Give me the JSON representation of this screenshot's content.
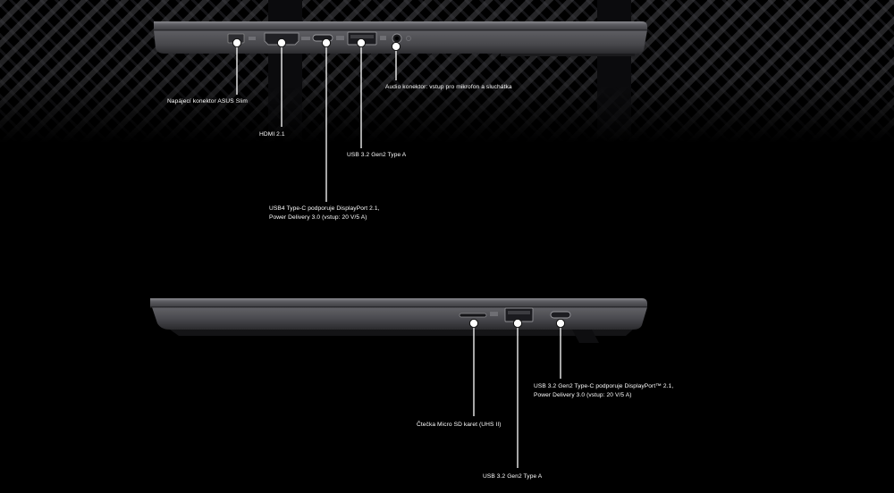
{
  "colors": {
    "background": "#000000",
    "laptop_body": "#5a5a5e",
    "callout": "#ffffff"
  },
  "top_view": {
    "callouts": {
      "asus_slim": "Napájecí konektor ASUS Slim",
      "hdmi": "HDMI 2.1",
      "usb4_line1": "USB4 Type-C podporuje DisplayPort 2.1,",
      "usb4_line2": "Power Delivery 3.0 (vstup: 20 V/5 A)",
      "usb_a": "USB 3.2 Gen2 Type A",
      "audio": "Audio konektor: vstup pro mikrofon a sluchátka"
    }
  },
  "bottom_view": {
    "callouts": {
      "microsd": "Čtečka Micro SD karet (UHS II)",
      "usb_a": "USB 3.2 Gen2 Type A",
      "usbc_line1": "USB 3.2 Gen2 Type-C podporuje DisplayPort™ 2.1,",
      "usbc_line2": "Power Delivery 3.0 (vstup: 20 V/5 A)"
    }
  }
}
